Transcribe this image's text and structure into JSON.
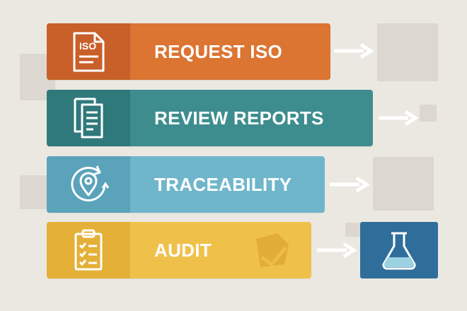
{
  "steps": [
    {
      "label": "REQUEST ISO",
      "icon": "iso-document-icon",
      "icon_text": "ISO",
      "color": "#dc7432",
      "icon_bg": "#c95f29"
    },
    {
      "label": "REVIEW REPORTS",
      "icon": "documents-icon",
      "color": "#3e8d8e",
      "icon_bg": "#2f797b"
    },
    {
      "label": "TRACEABILITY",
      "icon": "location-cycle-icon",
      "color": "#6fb6cb",
      "icon_bg": "#5aa3bb"
    },
    {
      "label": "AUDIT",
      "icon": "checklist-clipboard-icon",
      "color": "#f0c14a",
      "icon_bg": "#e4b037"
    }
  ],
  "end": {
    "icon": "flask-icon",
    "color": "#2f6e9a"
  },
  "colors": {
    "background": "#ebe8e2",
    "arrow": "#ffffff"
  }
}
